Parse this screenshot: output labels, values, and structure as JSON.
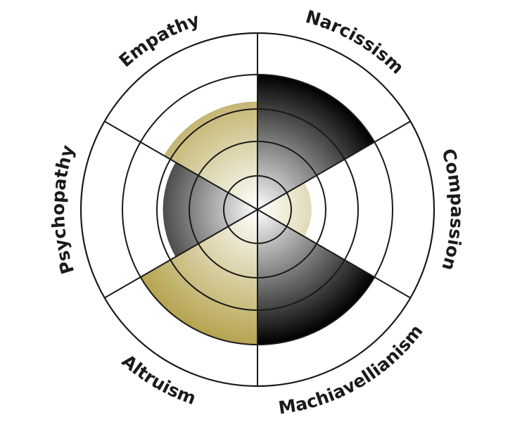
{
  "chart_data": {
    "type": "polar-area",
    "categories": [
      "Narcissism",
      "Compassion",
      "Machiavellianism",
      "Altruism",
      "Psychopathy",
      "Empathy"
    ],
    "values": [
      5,
      2,
      5,
      5,
      3.5,
      4
    ],
    "trait_group": [
      "dark",
      "light",
      "dark",
      "light",
      "dark",
      "light"
    ],
    "rmax": 5,
    "rings": 5,
    "colors": {
      "dark_center": "#ffffff",
      "dark_edge": "#000000",
      "light_center": "#ffffff",
      "light_edge": "#b5a44f",
      "grid": "#1a1a1a"
    }
  }
}
